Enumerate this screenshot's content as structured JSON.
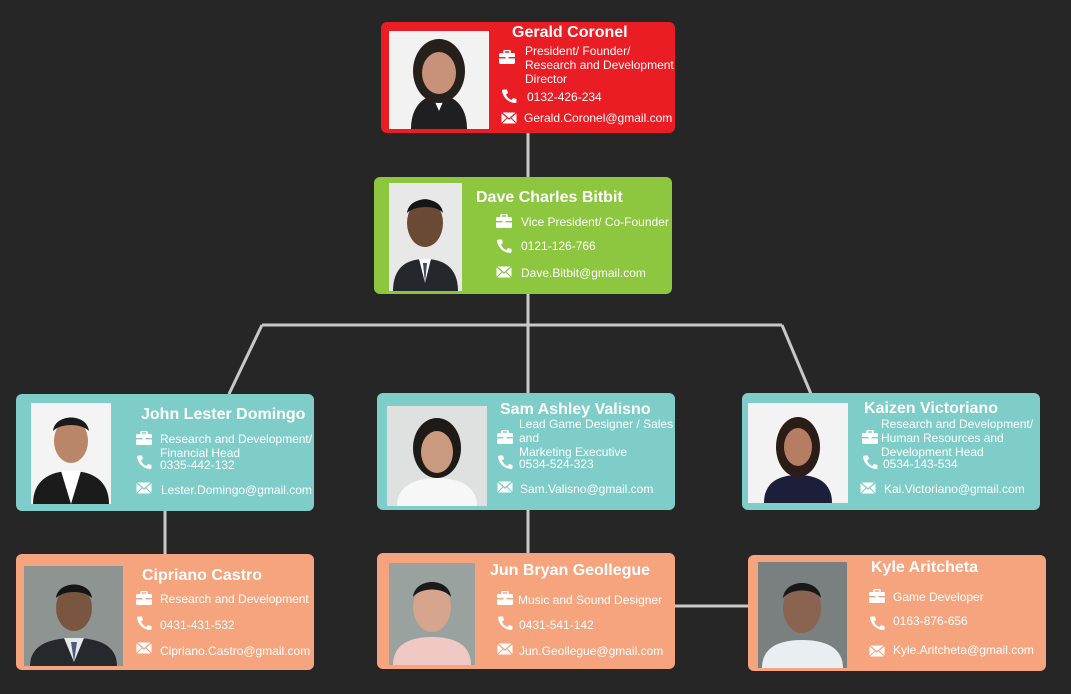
{
  "members": {
    "gerald": {
      "name": "Gerald Coronel",
      "role_lines": [
        "President/ Founder/",
        "Research and Development",
        "Director"
      ],
      "phone": "0132-426-234",
      "email": "Gerald.Coronel@gmail.com"
    },
    "dave": {
      "name": "Dave Charles Bitbit",
      "role_lines": [
        "Vice President/ Co-Founder"
      ],
      "phone": "0121-126-766",
      "email": "Dave.Bitbit@gmail.com"
    },
    "john": {
      "name": "John Lester Domingo",
      "role_lines": [
        "Research and Development/",
        "Financial Head"
      ],
      "phone": "0335-442-132",
      "email": "Lester.Domingo@gmail.com"
    },
    "sam": {
      "name": "Sam Ashley Valisno",
      "role_lines": [
        "Lead Game Designer / Sales",
        "and",
        "Marketing Executive"
      ],
      "phone": "0534-524-323",
      "email": "Sam.Valisno@gmail.com"
    },
    "kaizen": {
      "name": "Kaizen Victoriano",
      "role_lines": [
        "Research and Development/",
        "Human Resources and",
        "Development Head"
      ],
      "phone": "0534-143-534",
      "email": "Kai.Victoriano@gmail.com"
    },
    "cipriano": {
      "name": "Cipriano Castro",
      "role_lines": [
        "Research and Development"
      ],
      "phone": "0431-431-532",
      "email": "Cipriano.Castro@gmail.com"
    },
    "jun": {
      "name": "Jun Bryan Geollegue",
      "role_lines": [
        "Music and Sound Designer"
      ],
      "phone": "0431-541-142",
      "email": "Jun.Geollegue@gmail.com"
    },
    "kyle": {
      "name": "Kyle Aritcheta",
      "role_lines": [
        "Game Developer"
      ],
      "phone": "0163-876-656",
      "email": "Kyle.Aritcheta@gmail.com"
    }
  },
  "colors": {
    "president": "#ea1c24",
    "vice_president": "#8dc63f",
    "heads": "#7ecdc8",
    "staff": "#f6a47e",
    "background": "#262626",
    "connector": "#c8c8c8"
  },
  "icons": [
    "briefcase-icon",
    "phone-icon",
    "envelope-icon"
  ]
}
